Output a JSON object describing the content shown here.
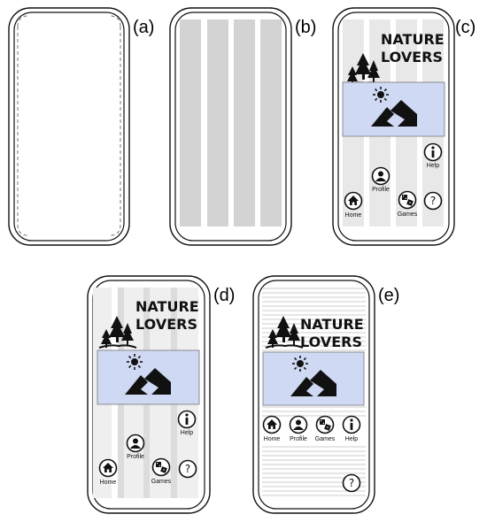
{
  "labels": {
    "a": "(a)",
    "b": "(b)",
    "c": "(c)",
    "d": "(d)",
    "e": "(e)"
  },
  "app": {
    "title_line1": "NATURE",
    "title_line2": "LOVERS",
    "buttons": {
      "home": "Home",
      "profile": "Profile",
      "games": "Games",
      "help": "Help",
      "question": "?"
    }
  },
  "icons": {
    "trees": "trees-icon",
    "sun": "sun-icon",
    "mountains": "mountains-icon",
    "home": "home-icon",
    "profile": "person-icon",
    "games": "dice-icon",
    "help": "info-icon",
    "question": "question-icon"
  },
  "colors": {
    "hero": "#cfd9f3",
    "column": "#d3d3d3",
    "column_light": "#e8e8e8",
    "outline": "#1a1a1a"
  }
}
